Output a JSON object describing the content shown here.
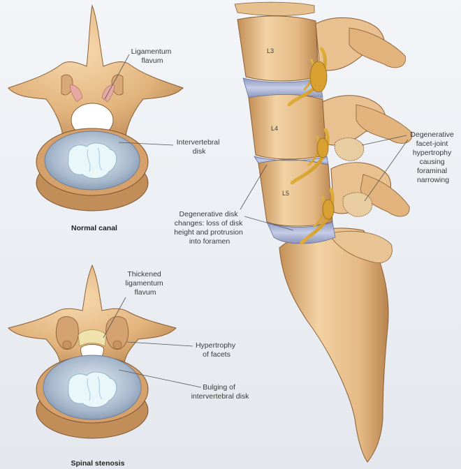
{
  "labels": {
    "ligamentum_flavum": [
      "Ligamentum",
      "flavum"
    ],
    "intervertebral_disk": [
      "Intervertebral",
      "disk"
    ],
    "normal_canal": "Normal canal",
    "thickened_ligamentum": [
      "Thickened",
      "ligamentum",
      "flavum"
    ],
    "hypertrophy_facets": [
      "Hypertrophy",
      "of facets"
    ],
    "bulging_disk": [
      "Bulging of",
      "intervertebral disk"
    ],
    "spinal_stenosis": "Spinal stenosis",
    "degenerative_disk": [
      "Degenerative disk",
      "changes: loss of disk",
      "height and protrusion",
      "into foramen"
    ],
    "degenerative_facet": [
      "Degenerative",
      "facet-joint",
      "hypertrophy",
      "causing",
      "foraminal",
      "narrowing"
    ],
    "l3": "L3",
    "l4": "L4",
    "l5": "L5"
  },
  "colors": {
    "bone": "#e9c08f",
    "bone_shadow": "#c99a63",
    "disk": "#a9b4d4",
    "nucleus": "#d6eef5",
    "nerve": "#e6b038",
    "background": "#e8ebf0"
  }
}
